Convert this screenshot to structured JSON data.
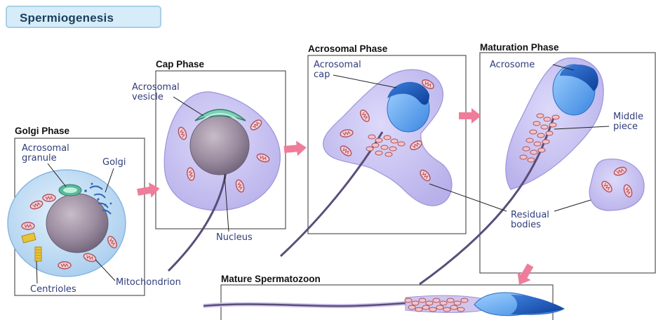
{
  "title": "Spermiogenesis",
  "phases": {
    "golgi": "Golgi Phase",
    "cap": "Cap Phase",
    "acrosomal": "Acrosomal Phase",
    "maturation": "Maturation Phase",
    "mature": "Mature Spermatozoon"
  },
  "labels": {
    "acrosomal_granule_1": "Acrosomal",
    "acrosomal_granule_2": "granule",
    "golgi": "Golgi",
    "mitochondrion": "Mitochondrion",
    "centrioles": "Centrioles",
    "acrosomal_vesicle_1": "Acrosomal",
    "acrosomal_vesicle_2": "vesicle",
    "nucleus": "Nucleus",
    "acrosomal_cap_1": "Acrosomal",
    "acrosomal_cap_2": "cap",
    "acrosome": "Acrosome",
    "middle_piece_1": "Middle",
    "middle_piece_2": "piece",
    "residual_bodies_1": "Residual",
    "residual_bodies_2": "bodies"
  },
  "colors": {
    "cytoplasm_blue": "#b8d8f2",
    "cytoplasm_purple": "#c7c2ee",
    "nucleus": "#8e7f95",
    "acrosome": "#1f6fd0",
    "acrosomal_vesicle": "#7fd0b8",
    "mitochondria": "#b86470",
    "arrow": "#ec7a98",
    "flagellum": "#5a4e78"
  }
}
